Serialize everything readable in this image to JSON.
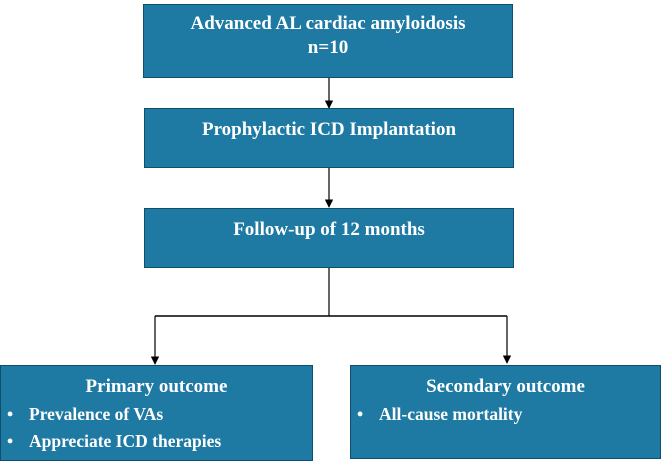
{
  "box1": {
    "line1": "Advanced AL cardiac amyloidosis",
    "line2": "n=10"
  },
  "box2": {
    "text": "Prophylactic ICD Implantation"
  },
  "box3": {
    "text": "Follow-up of 12 months"
  },
  "primary": {
    "title": "Primary outcome",
    "items": [
      "Prevalence of VAs",
      "Appreciate ICD therapies"
    ]
  },
  "secondary": {
    "title": "Secondary outcome",
    "items": [
      "All-cause mortality"
    ]
  },
  "colors": {
    "box_fill": "#1f7aa3",
    "box_border": "#0f4f6e",
    "text": "#ffffff",
    "arrow": "#000000"
  }
}
